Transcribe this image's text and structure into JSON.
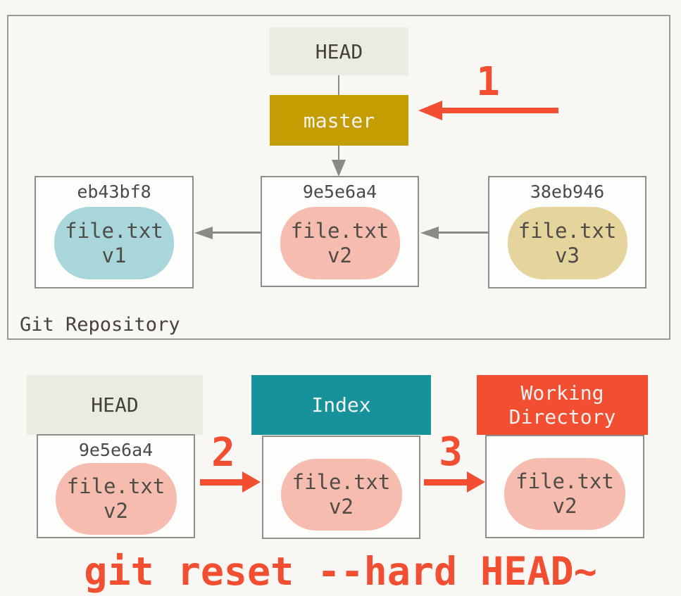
{
  "colors": {
    "accent_red": "#F14E32",
    "gold": "#C49D02",
    "teal": "#17929B",
    "beige": "#ECEBE1",
    "pink_blob": "#F6BCB0",
    "blue_blob": "#A8D6DB",
    "tan_blob": "#E5D49C",
    "background": "#F8F7F4"
  },
  "repo": {
    "label": "Git Repository",
    "head_label": "HEAD",
    "branch_label": "master",
    "step_label": "1",
    "commits": [
      {
        "hash": "eb43bf8",
        "file_line1": "file.txt",
        "file_line2": "v1"
      },
      {
        "hash": "9e5e6a4",
        "file_line1": "file.txt",
        "file_line2": "v2"
      },
      {
        "hash": "38eb946",
        "file_line1": "file.txt",
        "file_line2": "v3"
      }
    ]
  },
  "bottom": {
    "head": {
      "label": "HEAD",
      "hash": "9e5e6a4",
      "file_line1": "file.txt",
      "file_line2": "v2"
    },
    "index": {
      "label": "Index",
      "file_line1": "file.txt",
      "file_line2": "v2"
    },
    "working": {
      "label": "Working Directory",
      "file_line1": "file.txt",
      "file_line2": "v2"
    },
    "step2_label": "2",
    "step3_label": "3"
  },
  "caption": "git reset --hard HEAD~"
}
